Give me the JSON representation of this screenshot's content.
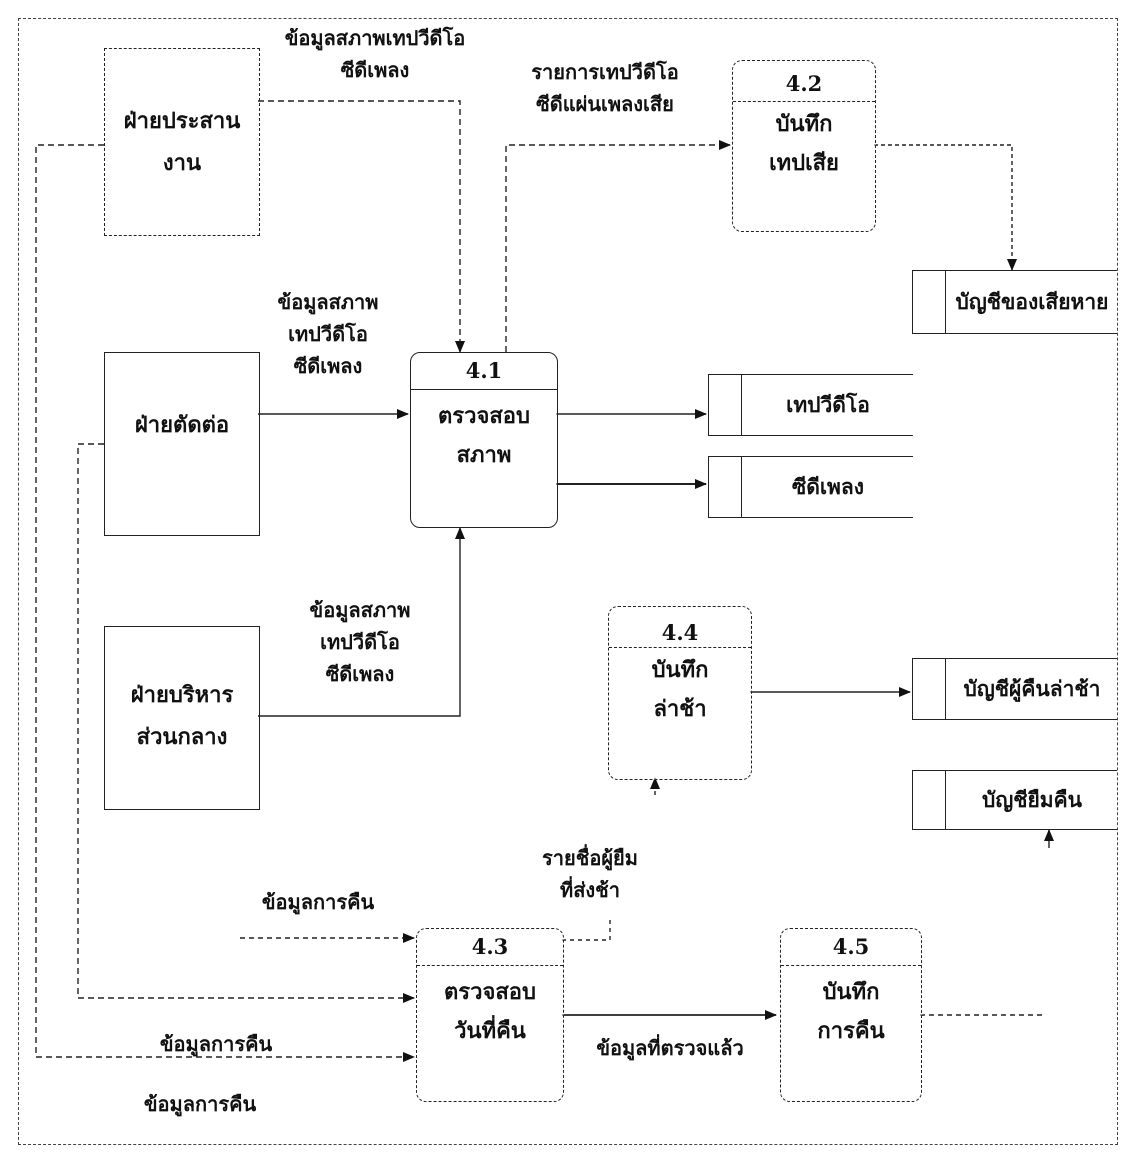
{
  "externals": {
    "coordination": "ฝ่ายประสาน\nงาน",
    "editing": "ฝ่ายตัดต่อ",
    "central_admin": "ฝ่ายบริหาร\nส่วนกลาง"
  },
  "processes": {
    "p41": {
      "num": "4.1",
      "name": "ตรวจสอบ\nสภาพ"
    },
    "p42": {
      "num": "4.2",
      "name": "บันทึก\nเทปเสีย"
    },
    "p43": {
      "num": "4.3",
      "name": "ตรวจสอบ\nวันที่คืน"
    },
    "p44": {
      "num": "4.4",
      "name": "บันทึก\nล่าช้า"
    },
    "p45": {
      "num": "4.5",
      "name": "บันทึก\nการคืน"
    }
  },
  "stores": {
    "damaged": "บัญชีของเสียหาย",
    "video_tape": "เทปวีดีโอ",
    "music_cd": "ซีดีเพลง",
    "late_returners": "บัญชีผู้คืนล่าช้า",
    "borrow_return": "บัญชียืมคืน"
  },
  "flows": {
    "coord_to_41": "ข้อมูลสภาพเทปวีดีโอ\nซีดีเพลง",
    "damaged_list": "รายการเทปวีดีโอ\nซีดีแผ่นเพลงเสีย",
    "editing_to_41": "ข้อมูลสภาพ\nเทปวีดีโอ\nซีดีเพลง",
    "admin_to_41": "ข้อมูลสภาพ\nเทปวีดีโอ\nซีดีเพลง",
    "late_borrowers": "รายชื่อผู้ยืม\nที่ส่งช้า",
    "return_info_1": "ข้อมูลการคืน",
    "return_info_2": "ข้อมูลการคืน",
    "return_info_3": "ข้อมูลการคืน",
    "checked_info": "ข้อมูลที่ตรวจแล้ว"
  }
}
